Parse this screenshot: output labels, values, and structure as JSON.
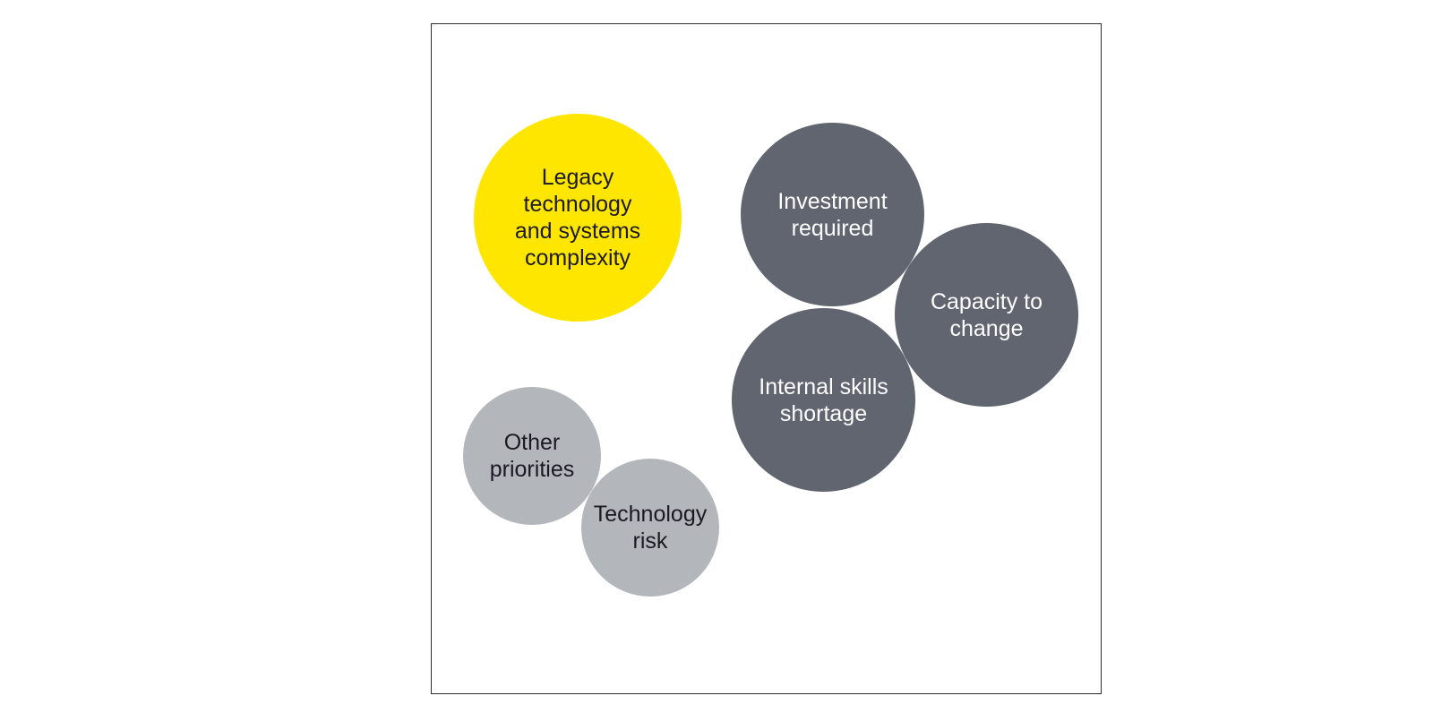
{
  "colors": {
    "yellow": "#ffe600",
    "dark_gray": "#606570",
    "light_gray": "#b3b6ba",
    "dark_text": "#1a1a24",
    "light_text": "#ffffff"
  },
  "bubbles": [
    {
      "label": "Legacy\ntechnology\nand systems\ncomplexity",
      "fill": "#ffe600",
      "text_color": "#1a1a24"
    },
    {
      "label": "Investment\nrequired",
      "fill": "#606570",
      "text_color": "#ffffff"
    },
    {
      "label": "Capacity to\nchange",
      "fill": "#606570",
      "text_color": "#ffffff"
    },
    {
      "label": "Internal skills\nshortage",
      "fill": "#606570",
      "text_color": "#ffffff"
    },
    {
      "label": "Other\npriorities",
      "fill": "#b3b6ba",
      "text_color": "#1a1a24"
    },
    {
      "label": "Technology\nrisk",
      "fill": "#b3b6ba",
      "text_color": "#1a1a24"
    }
  ]
}
